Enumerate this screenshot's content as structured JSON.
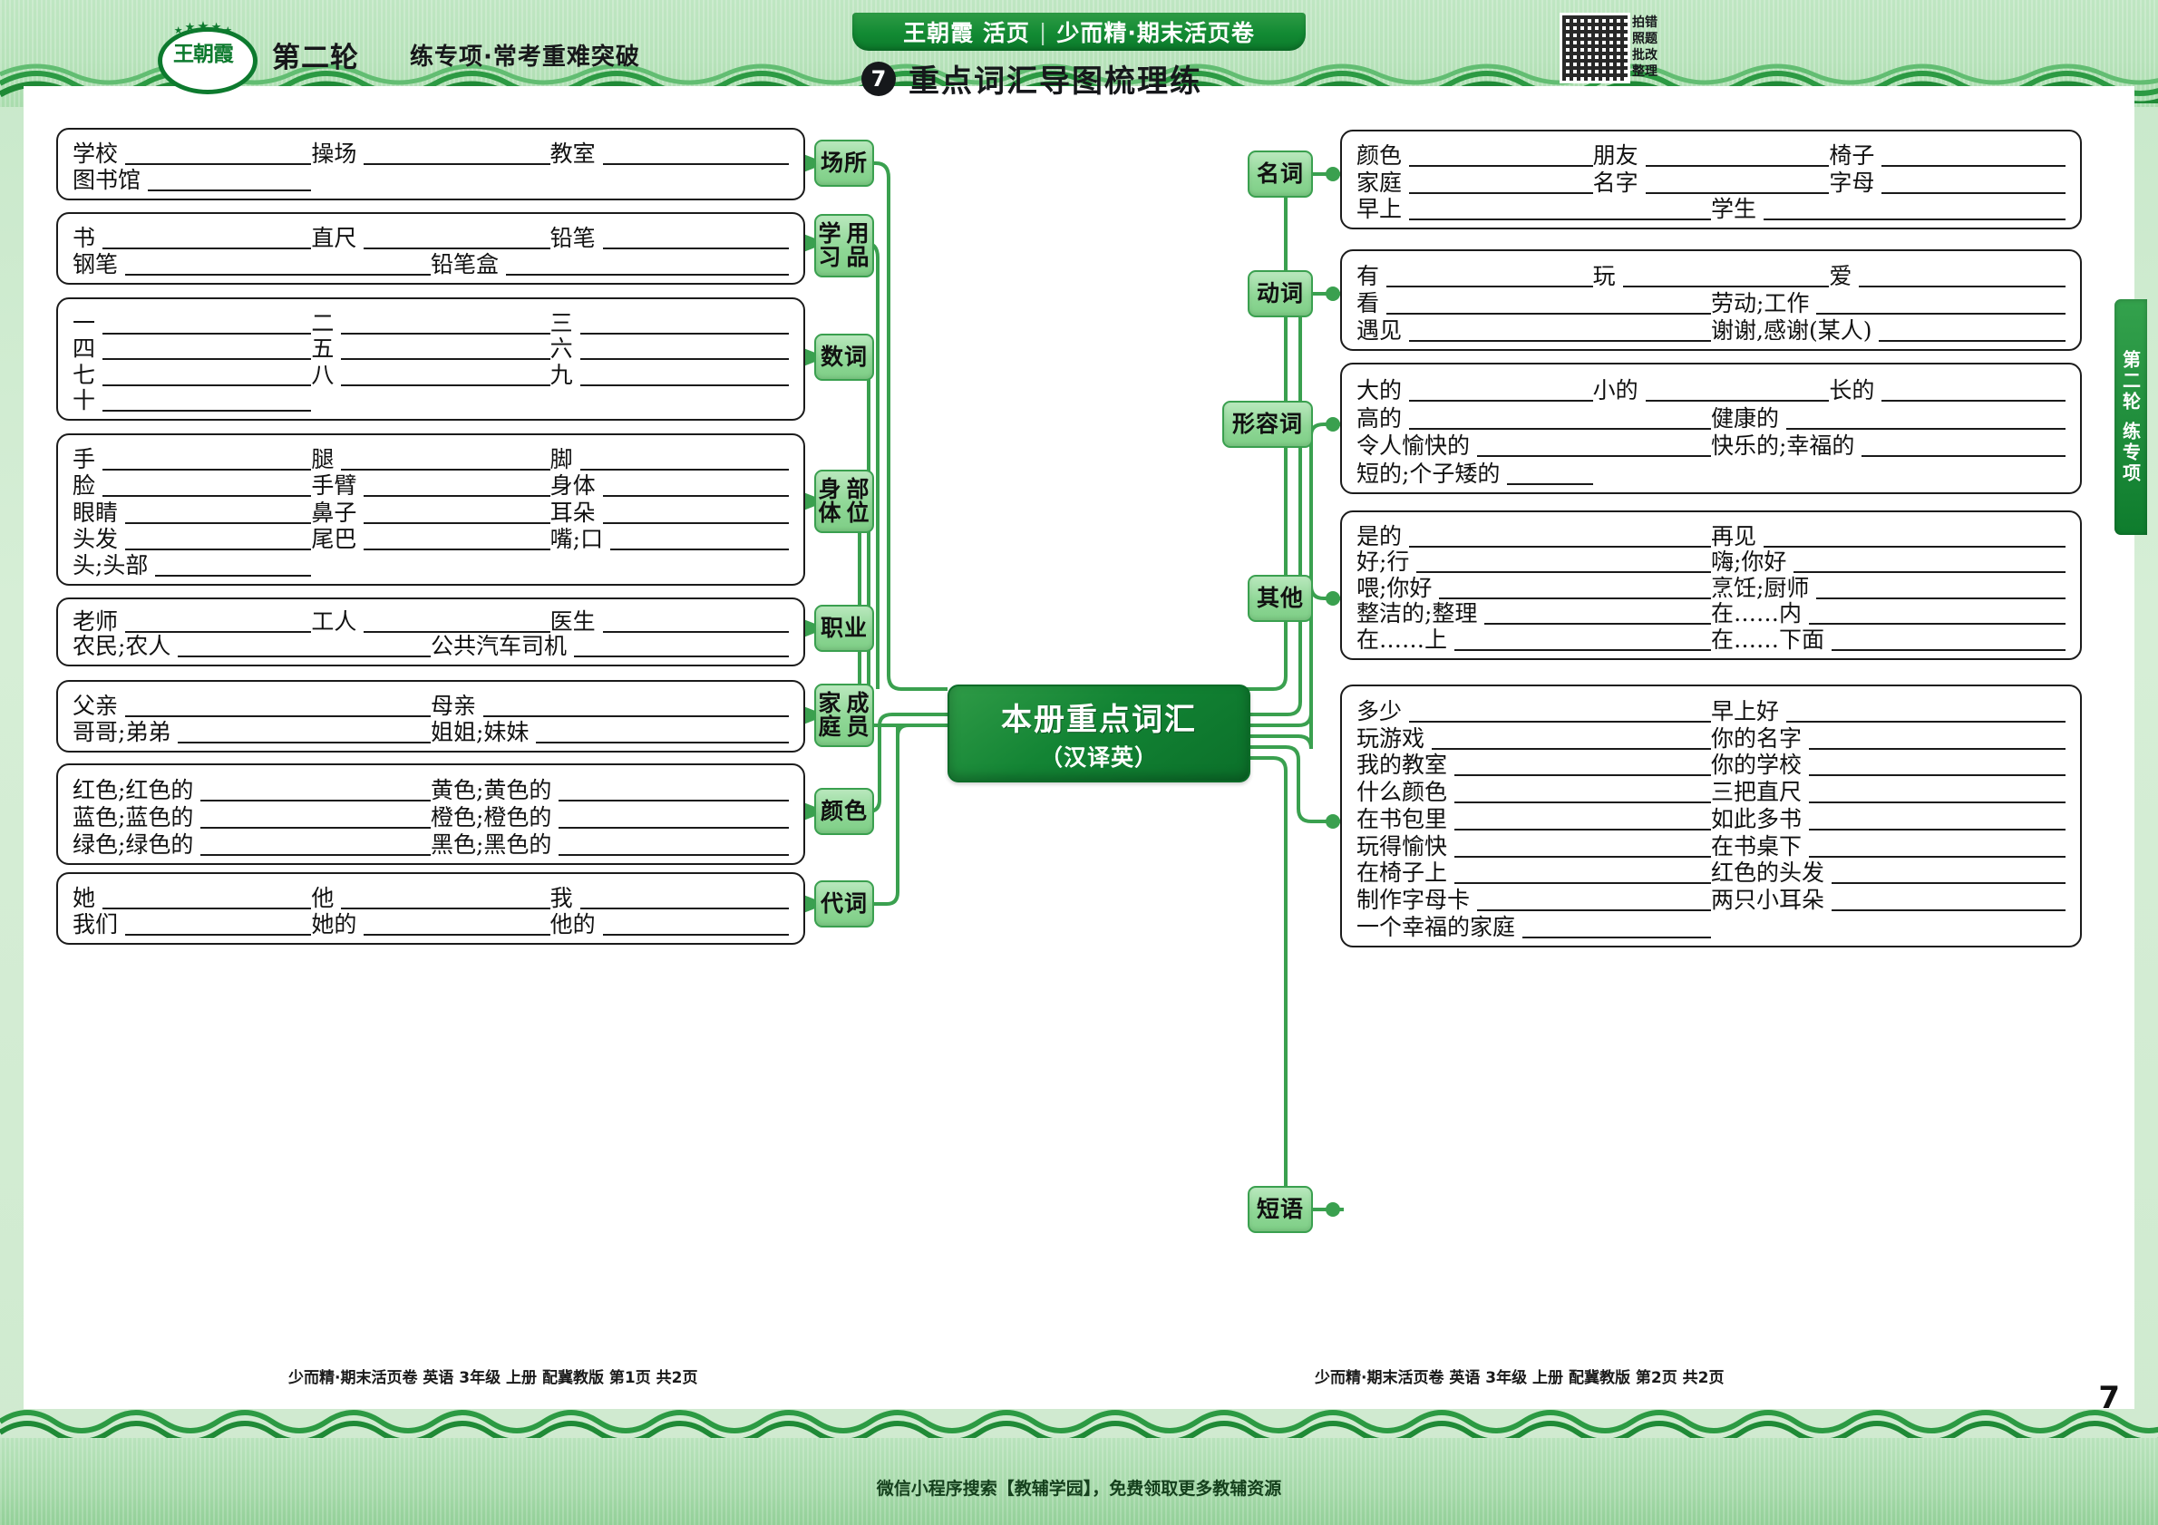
{
  "header": {
    "logo_text": "王朝霞",
    "stars": [
      "★",
      "★",
      "★",
      "★",
      "★"
    ],
    "round_label": "第二轮",
    "round_sub": "练专项·常考重难突破",
    "brand_left": "王朝霞 活页",
    "brand_sep": "|",
    "brand_right": "少而精·期末活页卷",
    "section_number": "7",
    "section_title": "重点词汇导图梳理练",
    "qr_note": "拍错照题批改整理"
  },
  "side_tab": "第二轮  练专项",
  "center": {
    "title": "本册重点词汇",
    "subtitle": "（汉译英）"
  },
  "chips": {
    "places": "场所",
    "school_supplies": "学习\n用品",
    "numerals": "数词",
    "body_parts": "身体\n部位",
    "jobs": "职业",
    "family": "家庭\n成员",
    "colors": "颜色",
    "pronouns": "代词",
    "nouns": "名词",
    "verbs": "动词",
    "adjectives": "形容词",
    "others": "其他",
    "phrases": "短语"
  },
  "boxes": {
    "places": [
      [
        "学校",
        "操场",
        "教室"
      ],
      [
        "图书馆"
      ]
    ],
    "school_supplies": [
      [
        "书",
        "直尺",
        "铅笔"
      ],
      [
        "钢笔",
        "铅笔盒"
      ]
    ],
    "numerals": [
      [
        "一",
        "二",
        "三"
      ],
      [
        "四",
        "五",
        "六"
      ],
      [
        "七",
        "八",
        "九"
      ],
      [
        "十"
      ]
    ],
    "body_parts": [
      [
        "手",
        "腿",
        "脚"
      ],
      [
        "脸",
        "手臂",
        "身体"
      ],
      [
        "眼睛",
        "鼻子",
        "耳朵"
      ],
      [
        "头发",
        "尾巴",
        "嘴;口"
      ],
      [
        "头;头部"
      ]
    ],
    "jobs": [
      [
        "老师",
        "工人",
        "医生"
      ],
      [
        "农民;农人",
        "公共汽车司机"
      ]
    ],
    "family": [
      [
        "父亲",
        "母亲"
      ],
      [
        "哥哥;弟弟",
        "姐姐;妹妹"
      ]
    ],
    "colors": [
      [
        "红色;红色的",
        "黄色;黄色的"
      ],
      [
        "蓝色;蓝色的",
        "橙色;橙色的"
      ],
      [
        "绿色;绿色的",
        "黑色;黑色的"
      ]
    ],
    "pronouns": [
      [
        "她",
        "他",
        "我"
      ],
      [
        "我们",
        "她的",
        "他的"
      ]
    ],
    "nouns": [
      [
        "颜色",
        "朋友",
        "椅子"
      ],
      [
        "家庭",
        "名字",
        "字母"
      ],
      [
        "早上",
        "学生"
      ]
    ],
    "verbs": [
      [
        "有",
        "玩",
        "爱"
      ],
      [
        "看",
        "劳动;工作"
      ],
      [
        "遇见",
        "谢谢,感谢(某人)"
      ]
    ],
    "adjectives": [
      [
        "大的",
        "小的",
        "长的"
      ],
      [
        "高的",
        "健康的"
      ],
      [
        "令人愉快的",
        "快乐的;幸福的"
      ],
      [
        "短的;个子矮的"
      ]
    ],
    "others": [
      [
        "是的",
        "再见"
      ],
      [
        "好;行",
        "嗨;你好"
      ],
      [
        "喂;你好",
        "烹饪;厨师"
      ],
      [
        "整洁的;整理",
        "在……内"
      ],
      [
        "在……上",
        "在……下面"
      ]
    ],
    "phrases": [
      [
        "多少",
        "早上好"
      ],
      [
        "玩游戏",
        "你的名字"
      ],
      [
        "我的教室",
        "你的学校"
      ],
      [
        "什么颜色",
        "三把直尺"
      ],
      [
        "在书包里",
        "如此多书"
      ],
      [
        "玩得愉快",
        "在书桌下"
      ],
      [
        "在椅子上",
        "红色的头发"
      ],
      [
        "制作字母卡",
        "两只小耳朵"
      ],
      [
        "一个幸福的家庭"
      ]
    ]
  },
  "footer": {
    "left": "少而精·期末活页卷  英语  3年级  上册  配冀教版  第1页  共2页",
    "right": "少而精·期末活页卷  英语  3年级  上册  配冀教版  第2页  共2页",
    "page_number": "7",
    "wechat": "微信小程序搜索【教辅学园】，免费领取更多教辅资源"
  }
}
